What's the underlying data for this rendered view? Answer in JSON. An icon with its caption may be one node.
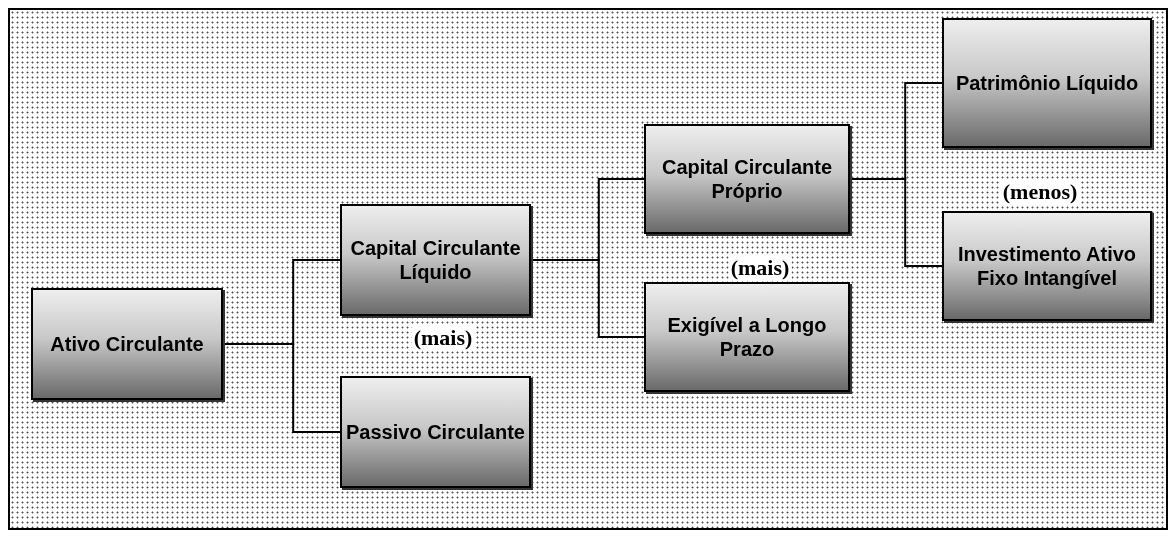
{
  "diagram": {
    "nodes": [
      {
        "text": [
          "Ativo Circulante"
        ]
      },
      {
        "text": [
          "Capital Circulante Líquido"
        ]
      },
      {
        "text": [
          "Passivo Circulante"
        ]
      },
      {
        "text": [
          "Capital Circulante Próprio"
        ]
      },
      {
        "text": [
          "Exigível a Longo Prazo"
        ]
      },
      {
        "text": [
          "Patrimônio Líquido"
        ]
      },
      {
        "text": [
          "Investimento Ativo Fixo Intangível"
        ]
      }
    ],
    "edges": [
      {
        "from": 0,
        "to": 1,
        "arrow": "none"
      },
      {
        "from": 0,
        "to": 2,
        "arrow": "none"
      },
      {
        "from": 1,
        "to": 3,
        "arrow": "none"
      },
      {
        "from": 1,
        "to": 4,
        "arrow": "none"
      },
      {
        "from": 3,
        "to": 5,
        "arrow": "none"
      },
      {
        "from": 3,
        "to": 6,
        "arrow": "none"
      }
    ],
    "labels": [
      "(menos)",
      "(mais)",
      "(mais)"
    ]
  }
}
